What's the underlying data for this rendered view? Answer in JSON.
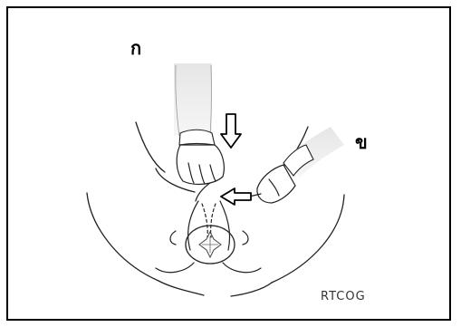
{
  "figure": {
    "label_a": "ก",
    "label_b": "ข",
    "credit": "RTCOG"
  }
}
